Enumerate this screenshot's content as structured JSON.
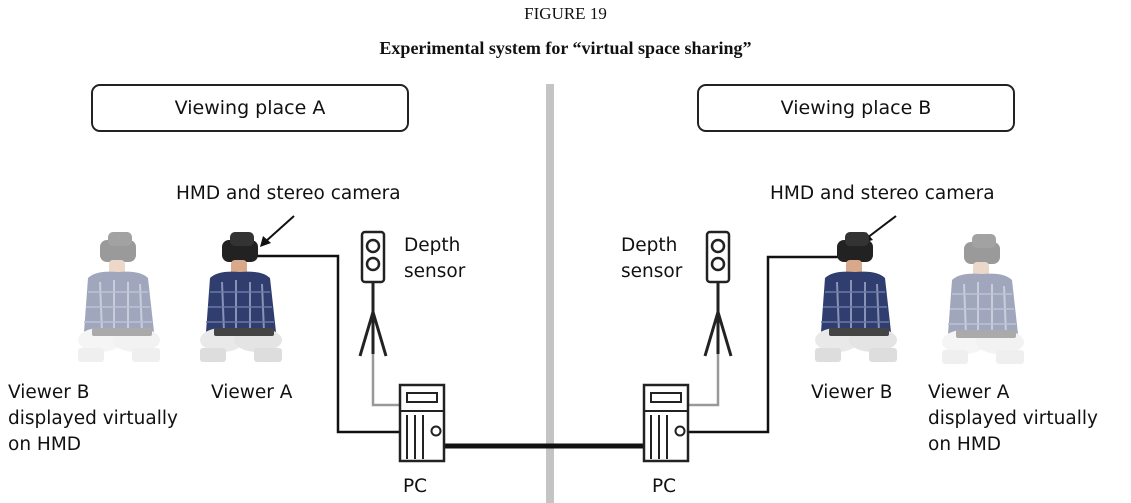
{
  "figure": {
    "number": "FIGURE 19",
    "title": "Experimental system for “virtual space sharing”"
  },
  "left": {
    "place": "Viewing place A",
    "hmd_label": "HMD and stereo camera",
    "depth_sensor": [
      "Depth",
      "sensor"
    ],
    "virtual_viewer": [
      "Viewer B",
      "displayed virtually",
      "on HMD"
    ],
    "real_viewer": "Viewer A",
    "pc": "PC"
  },
  "right": {
    "place": "Viewing place B",
    "hmd_label": "HMD and stereo camera",
    "depth_sensor": [
      "Depth",
      "sensor"
    ],
    "real_viewer": "Viewer B",
    "virtual_viewer": [
      "Viewer A",
      "displayed virtually",
      "on HMD"
    ],
    "pc": "PC"
  }
}
